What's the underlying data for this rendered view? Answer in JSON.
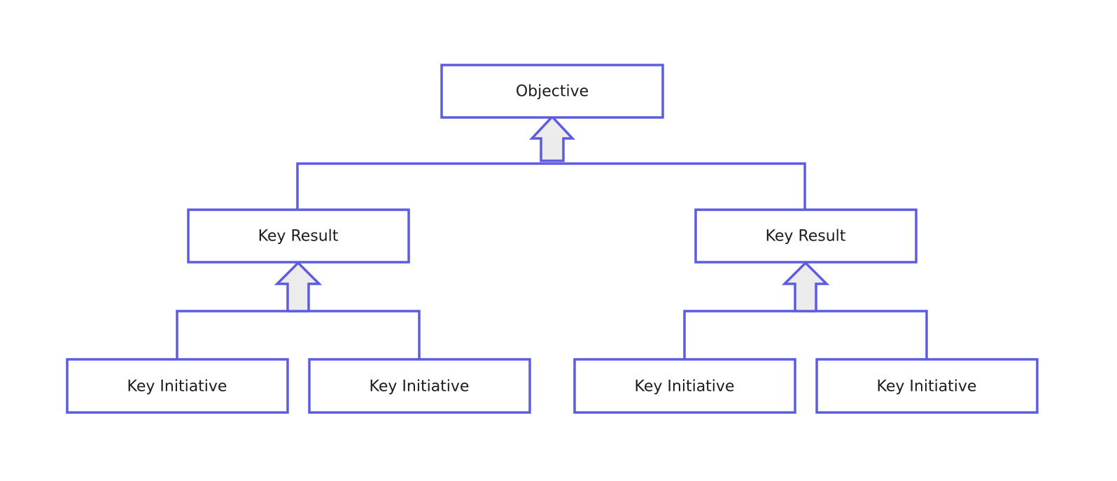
{
  "colors": {
    "stroke": "#5c5ce0",
    "arrow_fill": "#ececec",
    "text": "#1b1b1b",
    "background": "#ffffff"
  },
  "diagram": {
    "objective": {
      "label": "Objective"
    },
    "key_results": [
      {
        "label": "Key Result",
        "initiatives": [
          {
            "label": "Key Initiative"
          },
          {
            "label": "Key Initiative"
          }
        ]
      },
      {
        "label": "Key Result",
        "initiatives": [
          {
            "label": "Key Initiative"
          },
          {
            "label": "Key Initiative"
          }
        ]
      }
    ]
  }
}
